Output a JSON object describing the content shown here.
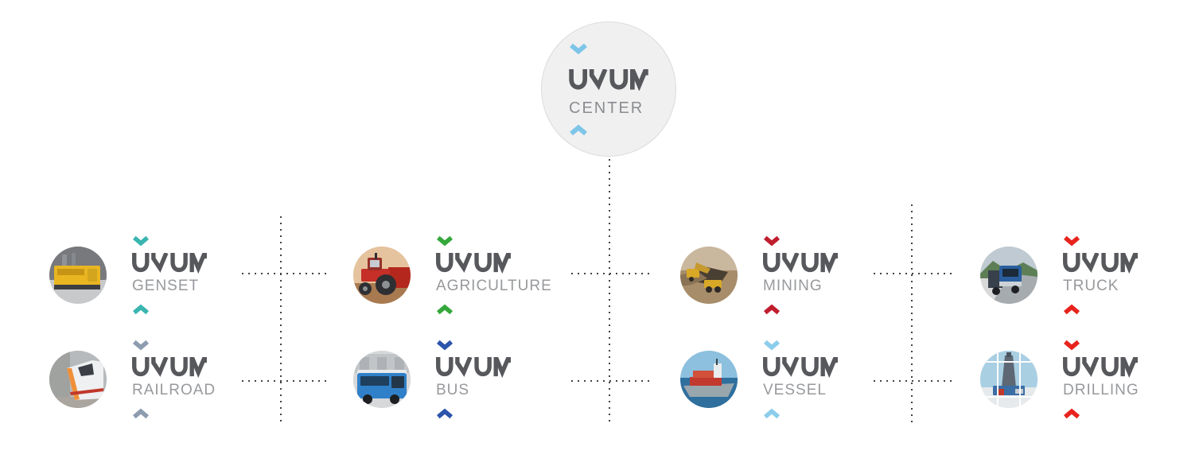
{
  "brand": {
    "name": "UNUM"
  },
  "center": {
    "label": "CENTER",
    "chevron_color": "#7ec5e8"
  },
  "divisions": [
    {
      "label": "GENSET",
      "chevron_color": "#3ab5b0",
      "photo_alt": "yellow diesel generator set in workshop"
    },
    {
      "label": "RAILROAD",
      "chevron_color": "#8d9cae",
      "photo_alt": "modern passenger train with orange nose"
    },
    {
      "label": "AGRICULTURE",
      "chevron_color": "#35a83b",
      "photo_alt": "red farm tractor in field"
    },
    {
      "label": "BUS",
      "chevron_color": "#2c55ab",
      "photo_alt": "blue city bus at depot"
    },
    {
      "label": "MINING",
      "chevron_color": "#c01d2e",
      "photo_alt": "excavator loading mining dump truck"
    },
    {
      "label": "VESSEL",
      "chevron_color": "#8ccdec",
      "photo_alt": "container cargo ship at sea"
    },
    {
      "label": "TRUCK",
      "chevron_color": "#e8231d",
      "photo_alt": "blue semi truck on highway"
    },
    {
      "label": "DRILLING",
      "chevron_color": "#e8231d",
      "photo_alt": "oil drilling rig with grid overlay"
    }
  ],
  "colors": {
    "wordmark": "#57585c",
    "division_label": "#97999c",
    "center_label": "#8a8c8f",
    "connector": "#434343",
    "center_circle_fill": "#f0f0f1",
    "center_circle_border": "#dcdcdc",
    "background": "#ffffff"
  }
}
